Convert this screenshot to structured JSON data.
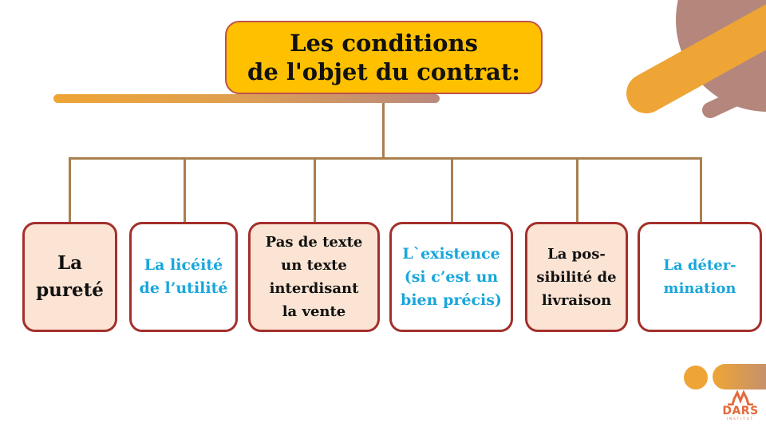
{
  "title": {
    "line1": "Les conditions",
    "line2": "de l'objet du contrat:"
  },
  "nodes": [
    {
      "label": "La\npureté",
      "style": "filled",
      "text_color": "dark"
    },
    {
      "label": "La licéité\nde l’utilité",
      "style": "plain",
      "text_color": "blue"
    },
    {
      "label": "Pas de texte\nun texte\ninterdisant\nla vente",
      "style": "filled",
      "text_color": "dark"
    },
    {
      "label": "L`existence\n(si c’est un\nbien précis)",
      "style": "plain",
      "text_color": "blue"
    },
    {
      "label": "La pos-\nsibilité de\nlivraison",
      "style": "filled",
      "text_color": "dark"
    },
    {
      "label": "La déter-\nmination",
      "style": "plain",
      "text_color": "blue"
    }
  ],
  "logo": {
    "name": "DARS",
    "sub": "INSTITUT"
  },
  "colors": {
    "title_fill": "#ffc000",
    "node_border": "#a3302c",
    "node_fill": "#fce4d4",
    "connector": "#a97f4f",
    "blue_text": "#19a6dc",
    "accent_orange": "#eea535",
    "accent_brown": "#b5877c"
  }
}
